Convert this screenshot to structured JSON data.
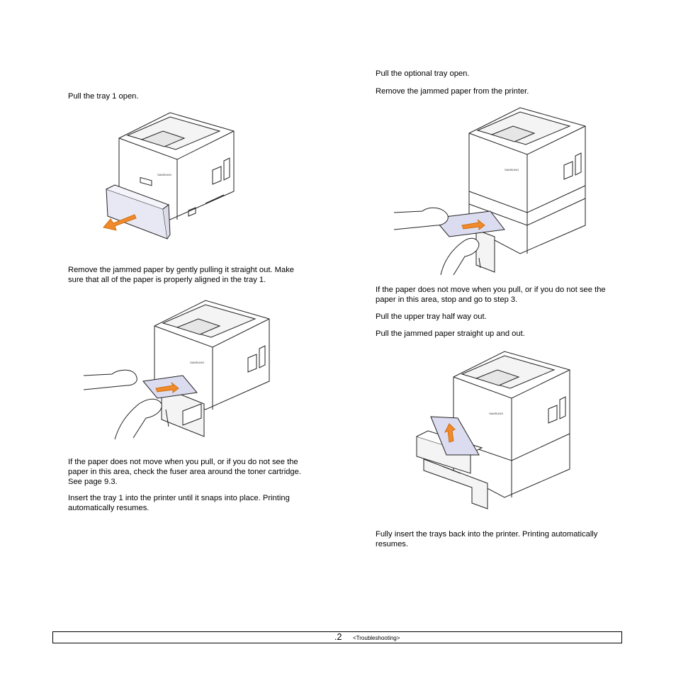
{
  "left_column": {
    "step_pull_tray1": "Pull the tray 1 open.",
    "step_remove_paper_line1": "Remove the jammed paper by gently pulling it straight out. Make",
    "step_remove_paper_line2": "sure that all of the paper is properly aligned in the tray 1.",
    "note_fuser_line1": "If the paper does not move when you pull, or if you do not see the",
    "note_fuser_line2": "paper in this area, check the fuser area around the toner cartridge.",
    "note_fuser_line3": "See page 9.3.",
    "step_insert_line1": "Insert the tray 1 into the printer until it snaps into place. Printing",
    "step_insert_line2": "automatically resumes."
  },
  "right_column": {
    "step_pull_optional": "Pull the optional tray open.",
    "step_remove_jammed": "Remove the jammed paper from the printer.",
    "note_step3_line1": "If the paper does not move when you pull, or if you do not see the",
    "note_step3_line2": "paper in this area, stop and go to step 3.",
    "step_upper_tray": "Pull the upper tray half way out.",
    "step_pull_up": "Pull the jammed paper straight up and out.",
    "step_fully_insert_line1": "Fully insert the trays back into the printer. Printing automatically",
    "step_fully_insert_line2": "resumes."
  },
  "footer": {
    "page_number": ".2",
    "section": "<Troubleshooting>"
  },
  "brand_text": "SAMSUNG",
  "colors": {
    "arrow": "#f08a2c",
    "paper": "#dcdcf0",
    "line": "#222222"
  }
}
